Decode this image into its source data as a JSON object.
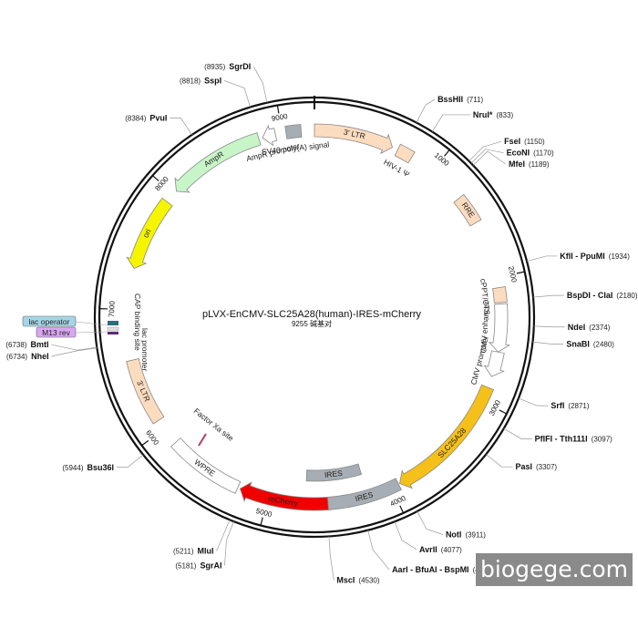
{
  "plasmid": {
    "name": "pLVX-EnCMV-SLC25A28(human)-IRES-mCherry",
    "size_label": "9255 碱基对",
    "total_bp": 9255
  },
  "ticks": [
    {
      "label": "1000",
      "pos": 1000
    },
    {
      "label": "2000",
      "pos": 2000
    },
    {
      "label": "3000",
      "pos": 3000
    },
    {
      "label": "4000",
      "pos": 4000
    },
    {
      "label": "5000",
      "pos": 5000
    },
    {
      "label": "6000",
      "pos": 6000
    },
    {
      "label": "7000",
      "pos": 7000
    },
    {
      "label": "8000",
      "pos": 8000
    },
    {
      "label": "9000",
      "pos": 9000
    }
  ],
  "features": [
    {
      "id": "ltr3-top",
      "label": "3' LTR",
      "start": 0,
      "end": 634,
      "color": "#fcdcbf",
      "arrow": "cw"
    },
    {
      "id": "hiv-psi",
      "label": "HIV-1 Ψ",
      "start": 680,
      "end": 805,
      "color": "#fcdcbf",
      "arrow": "none"
    },
    {
      "id": "rre",
      "label": "RRE",
      "start": 1300,
      "end": 1534,
      "color": "#fcdcbf",
      "arrow": "none"
    },
    {
      "id": "cppt",
      "label": "cPPT/CTS",
      "start": 2080,
      "end": 2198,
      "color": "#fcdcbf",
      "arrow": "none"
    },
    {
      "id": "cmv-enh",
      "label": "CMV enhancer",
      "start": 2210,
      "end": 2590,
      "color": "#ffffff",
      "arrow": "cw"
    },
    {
      "id": "cmv-prom",
      "label": "CMV promoter",
      "start": 2590,
      "end": 2790,
      "color": "#ffffff",
      "arrow": "cw"
    },
    {
      "id": "slc25a28",
      "label": "SLC25A28",
      "start": 2880,
      "end": 3930,
      "color": "#f5c01a",
      "arrow": "cw"
    },
    {
      "id": "ires-out",
      "label": "IRES",
      "start": 3940,
      "end": 4520,
      "color": "#a6adb4",
      "arrow": "none"
    },
    {
      "id": "mcherry",
      "label": "mCherry",
      "start": 4520,
      "end": 5230,
      "color": "#f00000",
      "arrow": "cw"
    },
    {
      "id": "wpre",
      "label": "WPRE",
      "start": 5250,
      "end": 5860,
      "color": "#ffffff",
      "arrow": "none"
    },
    {
      "id": "ltr3-left",
      "label": "3' LTR",
      "start": 6080,
      "end": 6600,
      "color": "#fcdcbf",
      "arrow": "none"
    },
    {
      "id": "ori",
      "label": "ori",
      "start": 7330,
      "end": 7920,
      "color": "#f5f500",
      "arrow": "ccw"
    },
    {
      "id": "ampr",
      "label": "AmpR",
      "start": 8030,
      "end": 8810,
      "color": "#c8f5c8",
      "arrow": "ccw"
    },
    {
      "id": "ampr-prom",
      "label": "AmpR promoter",
      "start": 8840,
      "end": 8945,
      "color": "#ffffff",
      "arrow": "ccw"
    },
    {
      "id": "sv40",
      "label": "SV40 poly(A) signal",
      "start": 9030,
      "end": 9150,
      "color": "#a6adb4",
      "arrow": "none"
    }
  ],
  "inner_features": [
    {
      "id": "ires-in",
      "label": "IRES",
      "start": 4200,
      "end": 4700,
      "color": "#a6adb4"
    }
  ],
  "promoter_labels": [
    {
      "label": "CAP binding site"
    },
    {
      "label": "lac promoter"
    }
  ],
  "boxed_labels": [
    {
      "label": "lac operator",
      "color": "#a6d6e6"
    },
    {
      "label": "M13 rev",
      "color": "#d9a6f2"
    }
  ],
  "factor_xa": {
    "label": "Factor Xa site"
  },
  "sites": [
    {
      "name": "SgrDI",
      "pos_label": "(8935)",
      "pos": 8935
    },
    {
      "name": "SspI",
      "pos_label": "(8818)",
      "pos": 8818
    },
    {
      "name": "PvuI",
      "pos_label": "(8384)",
      "pos": 8384
    },
    {
      "name": "BssHII",
      "pos_label": "(711)",
      "pos": 711
    },
    {
      "name": "NruI*",
      "pos_label": "(833)",
      "pos": 833,
      "muted": true
    },
    {
      "name": "FseI",
      "pos_label": "(1150)",
      "pos": 1150
    },
    {
      "name": "EcoNI",
      "pos_label": "(1170)",
      "pos": 1170
    },
    {
      "name": "MfeI",
      "pos_label": "(1189)",
      "pos": 1189
    },
    {
      "name": "KflI - PpuMI",
      "pos_label": "(1934)",
      "pos": 1934
    },
    {
      "name": "BspDI - ClaI",
      "pos_label": "(2180)",
      "pos": 2180
    },
    {
      "name": "NdeI",
      "pos_label": "(2374)",
      "pos": 2374
    },
    {
      "name": "SnaBI",
      "pos_label": "(2480)",
      "pos": 2480
    },
    {
      "name": "SrfI",
      "pos_label": "(2871)",
      "pos": 2871
    },
    {
      "name": "PflFI - Tth111I",
      "pos_label": "(3097)",
      "pos": 3097
    },
    {
      "name": "PasI",
      "pos_label": "(3307)",
      "pos": 3307
    },
    {
      "name": "NotI",
      "pos_label": "(3911)",
      "pos": 3911
    },
    {
      "name": "AvrII",
      "pos_label": "(4077)",
      "pos": 4077
    },
    {
      "name": "AarI - BfuAI - BspMI",
      "pos_label": "(4265)",
      "pos": 4265
    },
    {
      "name": "MscI",
      "pos_label": "(4530)",
      "pos": 4530
    },
    {
      "name": "MluI",
      "pos_label": "(5211)",
      "pos": 5211
    },
    {
      "name": "SgrAI",
      "pos_label": "(5181)",
      "pos": 5181
    },
    {
      "name": "Bsu36I",
      "pos_label": "(5944)",
      "pos": 5944
    },
    {
      "name": "BmtI",
      "pos_label": "(6738)",
      "pos": 6738
    },
    {
      "name": "NheI",
      "pos_label": "(6734)",
      "pos": 6734
    }
  ],
  "watermark": "biogege.com"
}
